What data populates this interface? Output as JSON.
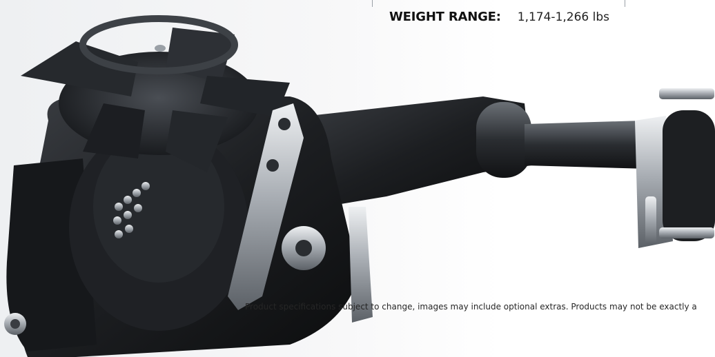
{
  "spec": {
    "label": "WEIGHT RANGE:",
    "value": "1,174-1,266  lbs"
  },
  "disclaimer": "Product specifications subject to change, images may include optional extras. Products may not be exactly a",
  "image": {
    "alt": "Hydrostatic transaxle with cooling fan and wheel hub",
    "icon": "product-photo",
    "colors": {
      "housing": "#1b1d20",
      "metal": "#b9bec4",
      "highlight": "#e6e9ec"
    }
  }
}
